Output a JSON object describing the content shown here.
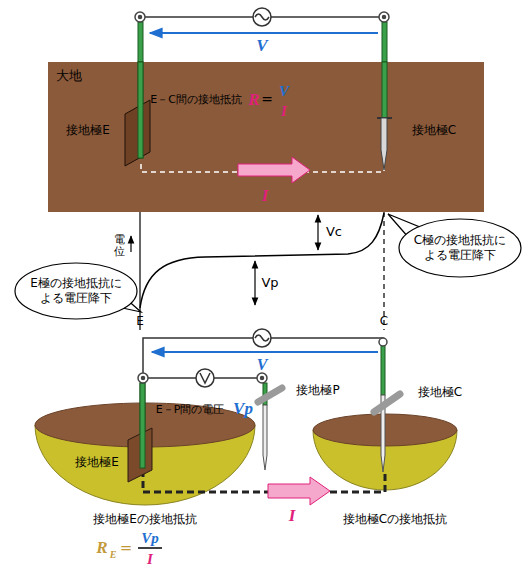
{
  "diagram": {
    "nodes": [
      {
        "text": [
          "大地"
        ]
      },
      {
        "text": [
          "E極の接地抵抗による電圧降下"
        ]
      },
      {
        "text": [
          "C極の接地抵抗による電圧降下"
        ]
      }
    ],
    "labels": [
      "V",
      "E－C間の接地抵抗",
      "R",
      "=",
      "V",
      "I",
      "接地極E",
      "接地極C",
      "I",
      "電位",
      "Vc",
      "Vp",
      "E",
      "C",
      "V",
      "E－P間の電圧",
      "Vp",
      "接地極P",
      "接地極C",
      "接地極E",
      "I",
      "接地極Eの接地抵抗",
      "接地極Cの接地抵抗",
      "R",
      "E",
      "=",
      "Vp",
      "I"
    ]
  }
}
